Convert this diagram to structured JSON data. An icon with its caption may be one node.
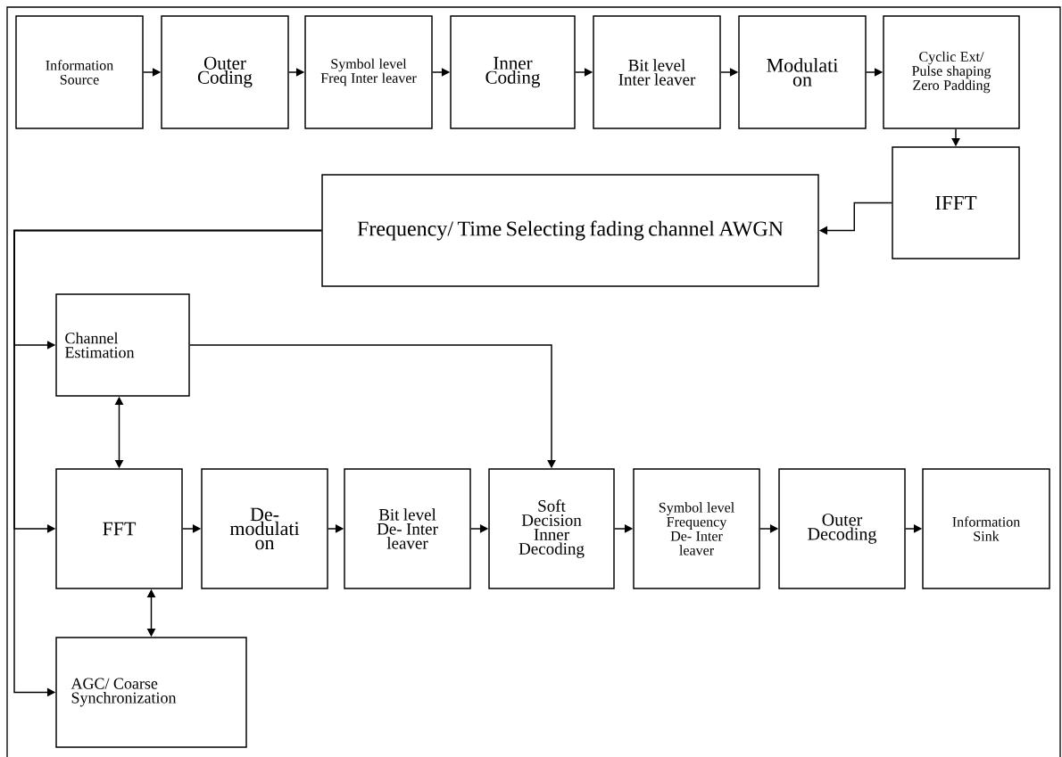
{
  "diagram": {
    "nodes": [
      {
        "text": [
          "Information Source"
        ]
      },
      {
        "text": [
          "Outer Coding"
        ]
      },
      {
        "text": [
          "Symbol level Freq Inter leaver"
        ]
      },
      {
        "text": [
          "Inner Coding"
        ]
      },
      {
        "text": [
          "Bit level Inter leaver"
        ]
      },
      {
        "text": [
          "Modulati on"
        ]
      },
      {
        "text": [
          "Cyclic Ext/ Pulse shaping Zero Padding"
        ]
      },
      {
        "text": [
          "IFFT"
        ]
      },
      {
        "text": [
          "Frequency/ Time Selecting fading channel AWGN"
        ]
      },
      {
        "text": [
          "Channel Estimation"
        ]
      },
      {
        "text": [
          "FFT"
        ]
      },
      {
        "text": [
          "De- modulati on"
        ]
      },
      {
        "text": [
          "Bit level De- Inter leaver"
        ]
      },
      {
        "text": [
          "Soft Decision Inner Decoding"
        ]
      },
      {
        "text": [
          "Symbol level Frequency De- Inter leaver"
        ]
      },
      {
        "text": [
          "Outer Decoding"
        ]
      },
      {
        "text": [
          "Information Sink"
        ]
      },
      {
        "text": [
          "AGC/ Coarse Synchronization"
        ]
      }
    ],
    "edges": [
      {
        "from": 0,
        "to": 1,
        "arrow": "to"
      },
      {
        "from": 1,
        "to": 2,
        "arrow": "to"
      },
      {
        "from": 2,
        "to": 3,
        "arrow": "to"
      },
      {
        "from": 3,
        "to": 4,
        "arrow": "to"
      },
      {
        "from": 4,
        "to": 5,
        "arrow": "to"
      },
      {
        "from": 5,
        "to": 6,
        "arrow": "to"
      },
      {
        "from": 6,
        "to": 7,
        "arrow": "to"
      },
      {
        "from": 7,
        "to": 8,
        "arrow": "to"
      },
      {
        "from": 8,
        "to": 9,
        "arrow": "to"
      },
      {
        "from": 8,
        "to": 10,
        "arrow": "to"
      },
      {
        "from": 8,
        "to": 17,
        "arrow": "to"
      },
      {
        "from": 9,
        "to": 13,
        "arrow": "to"
      },
      {
        "from": 9,
        "to": 10,
        "arrow": "both"
      },
      {
        "from": 10,
        "to": 17,
        "arrow": "both"
      },
      {
        "from": 10,
        "to": 11,
        "arrow": "to"
      },
      {
        "from": 11,
        "to": 12,
        "arrow": "to"
      },
      {
        "from": 12,
        "to": 13,
        "arrow": "to"
      },
      {
        "from": 13,
        "to": 14,
        "arrow": "to"
      },
      {
        "from": 14,
        "to": 15,
        "arrow": "to"
      },
      {
        "from": 15,
        "to": 16,
        "arrow": "to"
      }
    ]
  }
}
